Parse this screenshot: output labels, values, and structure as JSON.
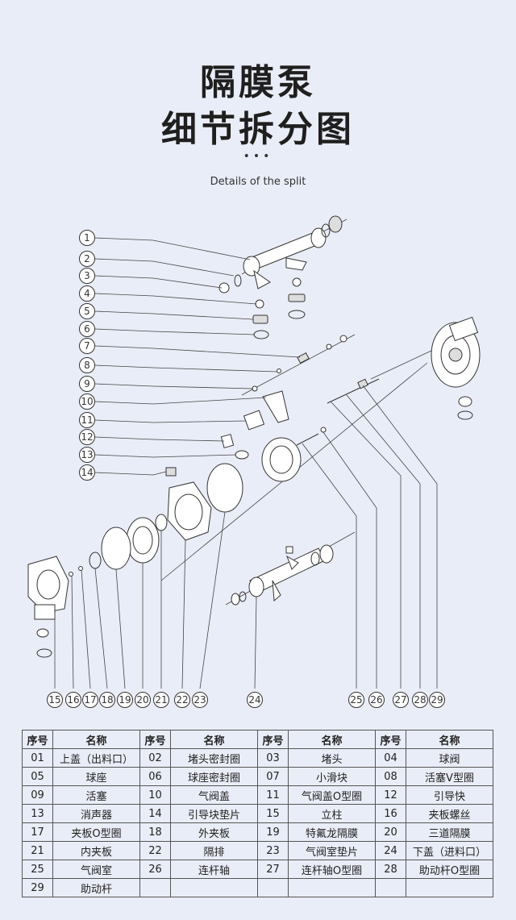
{
  "title_line1": "隔膜泵",
  "title_line2": "细节拆分图",
  "dots": "•••",
  "subtitle": "Details of the split",
  "callouts_left": [
    "1",
    "2",
    "3",
    "4",
    "5",
    "6",
    "7",
    "8",
    "9",
    "10",
    "11",
    "12",
    "13",
    "14"
  ],
  "callouts_bottom": [
    "15",
    "16",
    "17",
    "18",
    "19",
    "20",
    "21",
    "22",
    "23",
    "24",
    "25",
    "26",
    "27",
    "28",
    "29"
  ],
  "table": {
    "header": {
      "no": "序号",
      "name": "名称"
    },
    "rows": [
      [
        [
          "01",
          "上盖（出料口）"
        ],
        [
          "02",
          "堵头密封圈"
        ],
        [
          "03",
          "堵头"
        ],
        [
          "04",
          "球阀"
        ]
      ],
      [
        [
          "05",
          "球座"
        ],
        [
          "06",
          "球座密封圈"
        ],
        [
          "07",
          "小滑块"
        ],
        [
          "08",
          "活塞V型圈"
        ]
      ],
      [
        [
          "09",
          "活塞"
        ],
        [
          "10",
          "气阀盖"
        ],
        [
          "11",
          "气阀盖O型圈"
        ],
        [
          "12",
          "引导快"
        ]
      ],
      [
        [
          "13",
          "消声器"
        ],
        [
          "14",
          "引导块垫片"
        ],
        [
          "15",
          "立柱"
        ],
        [
          "16",
          "夹板螺丝"
        ]
      ],
      [
        [
          "17",
          "夹板O型圈"
        ],
        [
          "18",
          "外夹板"
        ],
        [
          "19",
          "特氟龙隔膜"
        ],
        [
          "20",
          "三道隔膜"
        ]
      ],
      [
        [
          "21",
          "内夹板"
        ],
        [
          "22",
          "隔排"
        ],
        [
          "23",
          "气阀室垫片"
        ],
        [
          "24",
          "下盖（进料口）"
        ]
      ],
      [
        [
          "25",
          "气阀室"
        ],
        [
          "26",
          "连杆轴"
        ],
        [
          "27",
          "连杆轴O型圈"
        ],
        [
          "28",
          "助动杆O型圈"
        ]
      ],
      [
        [
          "29",
          "助动杆"
        ],
        [
          "",
          ""
        ],
        [
          "",
          ""
        ],
        [
          "",
          ""
        ]
      ]
    ]
  }
}
